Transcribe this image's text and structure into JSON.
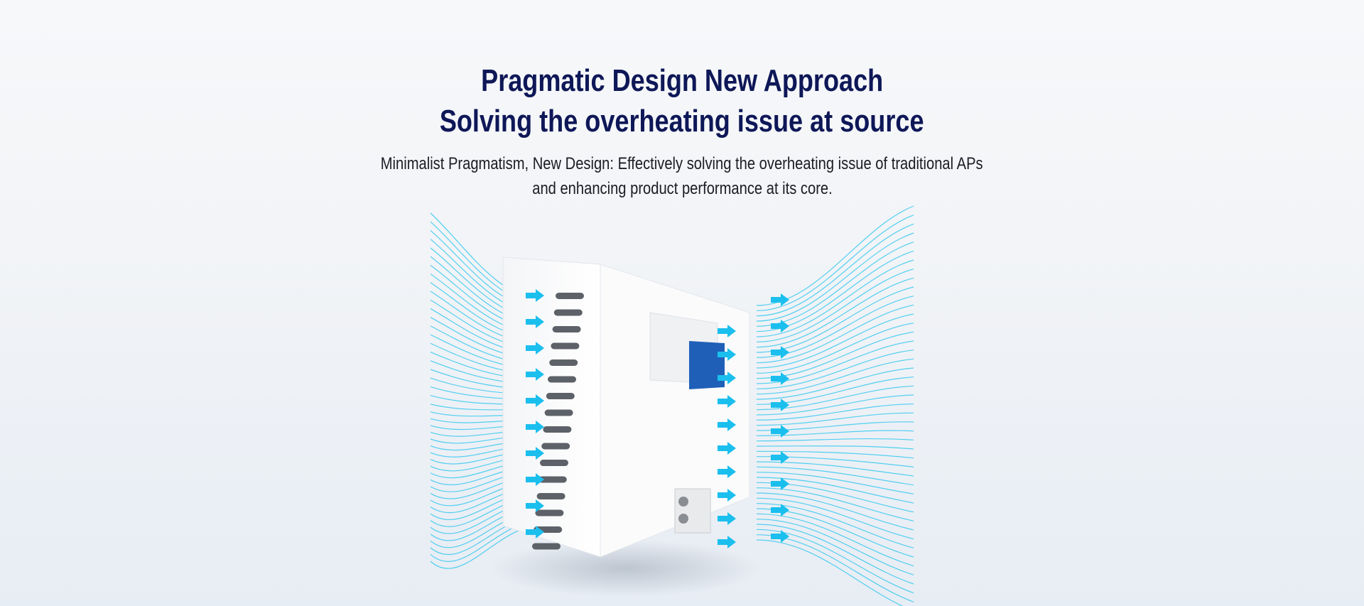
{
  "headline": {
    "line1": "Pragmatic Design New Approach",
    "line2": "Solving the overheating issue at source"
  },
  "description": {
    "line1": "Minimalist Pragmatism, New Design: Effectively solving the overheating issue of traditional APs",
    "line2": "and enhancing product performance at its core."
  },
  "colors": {
    "title": "#0e1757",
    "airflow": "#1fc3ee",
    "port": "#1f5fb8"
  }
}
